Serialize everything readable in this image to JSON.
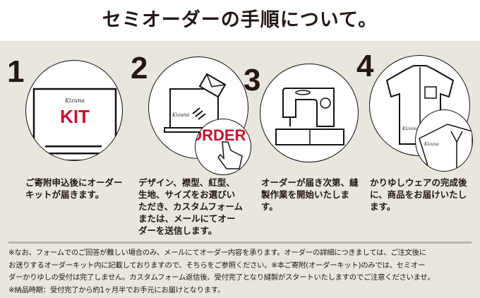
{
  "header": {
    "title": "セミオーダーの手順について。"
  },
  "steps": [
    {
      "number": "1",
      "text": "ご寄附申込後にオーダーキットが届きます。",
      "illustration": {
        "brand": "Kizuna",
        "label": "KIT"
      }
    },
    {
      "number": "2",
      "text": "デザイン、襟型、紅型、生地、サイズをお選びいただき、カスタムフォームまたは、メールにてオーダーを送信します。",
      "illustration": {
        "brand": "Kizuna",
        "label": "ORDER"
      }
    },
    {
      "number": "3",
      "text": "オーダーが届き次第、縫製作業を開始いたします。"
    },
    {
      "number": "4",
      "text": "かりゆしウェアの完成後に、商品をお届けいたします。",
      "illustration": {
        "brand": "Kizuna"
      }
    }
  ],
  "notes": [
    "※なお、フォームでのご回答が難しい場合のみ、メールにてオーダー内容を承ります。オーダーの詳細につきましては、ご注文後に",
    "お送りするオーダーキット内に記載しておりますので、そちらをご参照ください。※本ご寄附(オーダーキット)のみでは、セミオー",
    "ダーかりゆしの受付は完了しません。カスタムフォーム返信後、受付完了となり縫製がスタートいたしますのでご注意くださいませ。",
    "※納品時期：受付完了から約1ヶ月半でお手元にお届けとなります。"
  ],
  "colors": {
    "accent": "#c8102e",
    "background": "#e8e6dd",
    "text": "#231815"
  }
}
